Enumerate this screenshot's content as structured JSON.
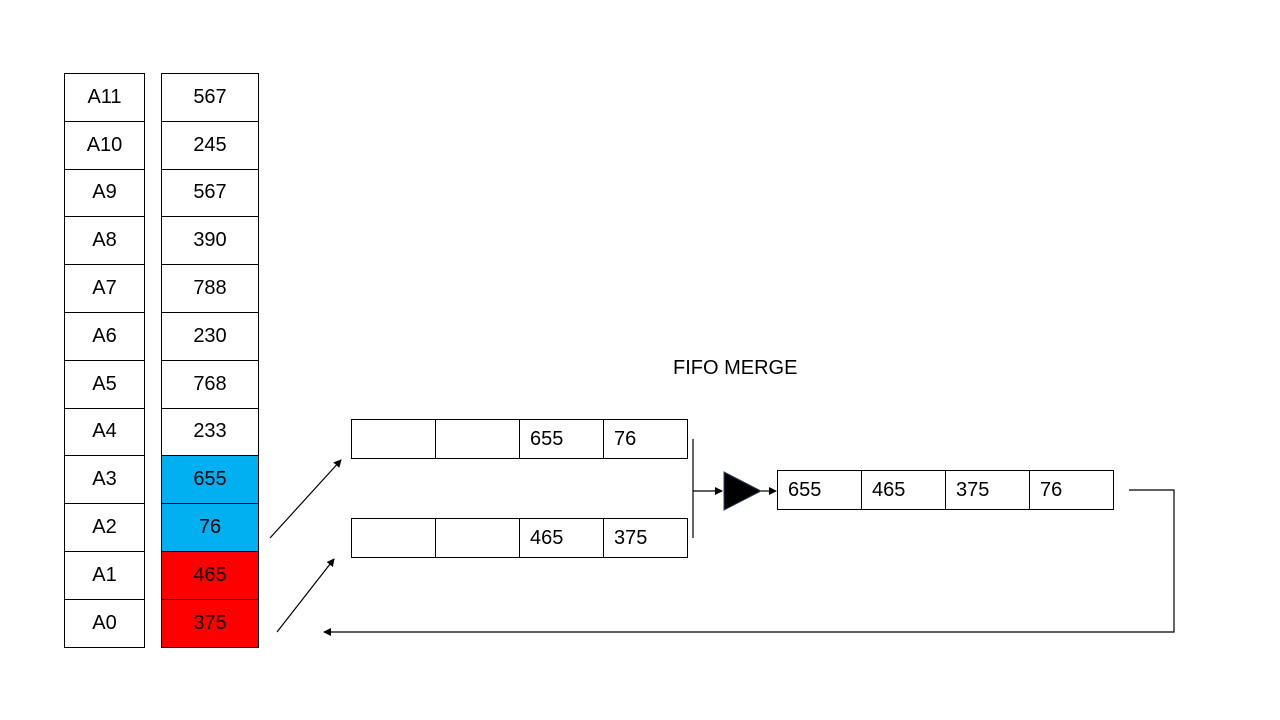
{
  "title": "FIFO MERGE",
  "labels": [
    "A11",
    "A10",
    "A9",
    "A8",
    "A7",
    "A6",
    "A5",
    "A4",
    "A3",
    "A2",
    "A1",
    "A0"
  ],
  "values": [
    "567",
    "245",
    "567",
    "390",
    "788",
    "230",
    "768",
    "233",
    "655",
    "76",
    "465",
    "375"
  ],
  "highlight_colors": {
    "blue": "#00b0f0",
    "red": "#ff0000"
  },
  "fifo_top": [
    "",
    "",
    "655",
    "76"
  ],
  "fifo_bottom": [
    "",
    "",
    "465",
    "375"
  ],
  "fifo_out": [
    "655",
    "465",
    "375",
    "76"
  ]
}
